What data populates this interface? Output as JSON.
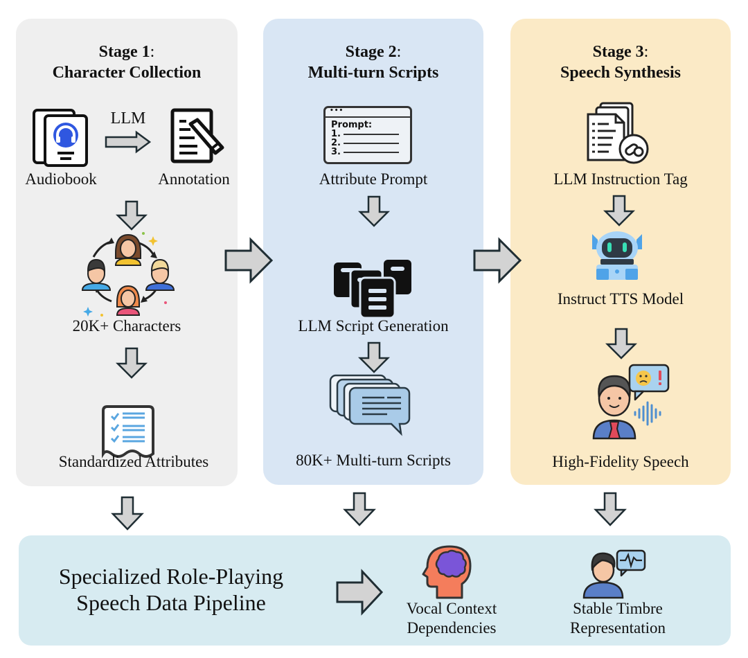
{
  "stages": [
    {
      "title": "Stage 1",
      "colon": ":",
      "subtitle": "Character  Collection",
      "llm_label": "LLM",
      "audiobook_label": "Audiobook",
      "annotation_label": "Annotation",
      "characters_label": "20K+ Characters",
      "attributes_label": "Standardized Attributes"
    },
    {
      "title": "Stage 2",
      "colon": ":",
      "subtitle": "Multi-turn Scripts",
      "prompt_icon": {
        "header": "Prompt:",
        "items": [
          "1.",
          "2.",
          "3."
        ]
      },
      "attribute_prompt_label": "Attribute Prompt",
      "script_generation_label": "LLM Script Generation",
      "scripts_label": "80K+ Multi-turn Scripts"
    },
    {
      "title": "Stage 3",
      "colon": ":",
      "subtitle": "Speech Synthesis",
      "instruction_tag_label": "LLM Instruction Tag",
      "tts_model_label": "Instruct TTS Model",
      "speech_label": "High-Fidelity Speech"
    }
  ],
  "summary": {
    "pipeline_line1": "Specialized Role-Playing",
    "pipeline_line2": "Speech Data Pipeline",
    "vocal_line1": "Vocal Context",
    "vocal_line2": "Dependencies",
    "timbre_line1": "Stable Timbre",
    "timbre_line2": "Representation"
  },
  "colors": {
    "stage1_bg": "#efefef",
    "stage2_bg": "#d9e6f4",
    "stage3_bg": "#fbeac6",
    "summary_bg": "#d7ebf1",
    "arrow_fill": "#d3d3d3",
    "arrow_stroke": "#1f2d33"
  }
}
